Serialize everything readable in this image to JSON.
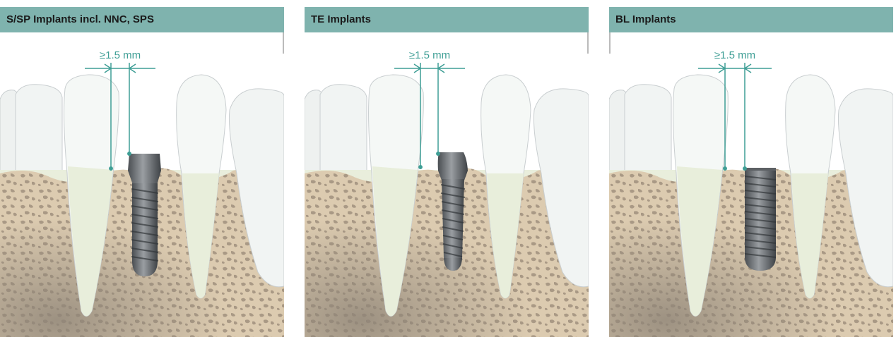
{
  "colors": {
    "header_bg": "#7fb3ae",
    "accent": "#3e9e95",
    "bone": "#dccbb0",
    "bone_pores": "#a99985",
    "tooth_crown": "#f7f9f8",
    "tooth_root": "#e8eedb",
    "implant_metal": "#6b6f73"
  },
  "panels": [
    {
      "title": "S/SP Implants incl. NNC, SPS",
      "dimension": "≥1.5 mm",
      "implant_type": "tissue-level-with-collar",
      "icon": "implant-icon"
    },
    {
      "title": "TE Implants",
      "dimension": "≥1.5 mm",
      "implant_type": "tissue-level-tapered",
      "icon": "implant-icon"
    },
    {
      "title": "BL Implants",
      "dimension": "≥1.5 mm",
      "implant_type": "bone-level",
      "icon": "implant-icon"
    }
  ]
}
